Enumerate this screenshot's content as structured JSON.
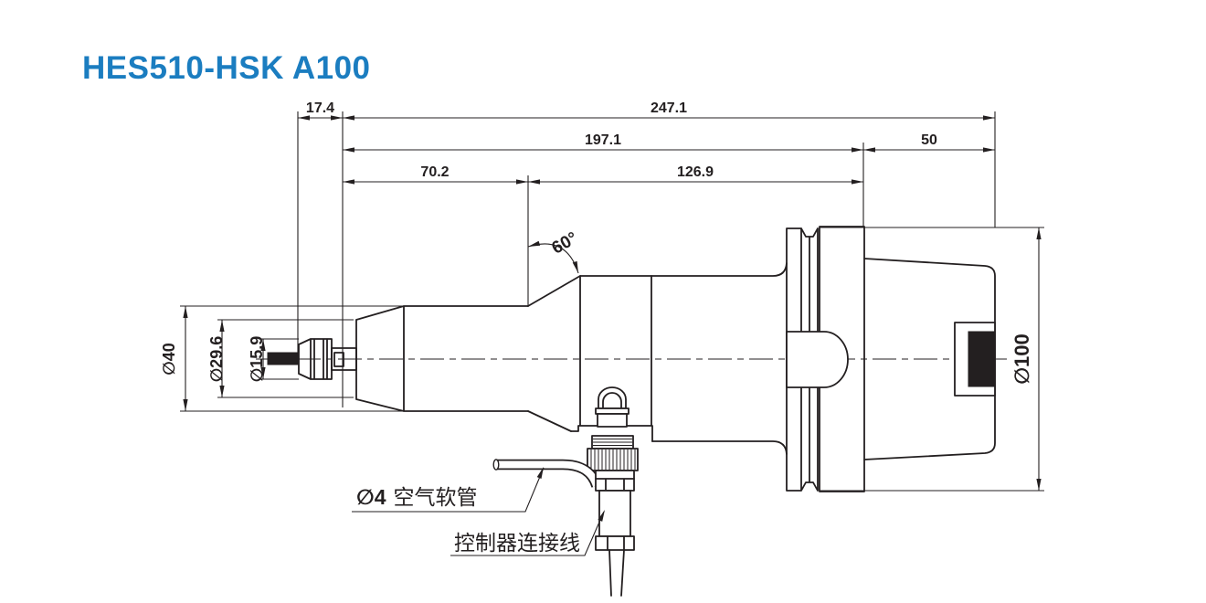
{
  "title": "HES510-HSK A100",
  "drawing": {
    "dimensions": {
      "collet_protrusion": "17.4",
      "overall_length": "247.1",
      "body_length": "197.1",
      "shank_length": "50",
      "nose_length": "70.2",
      "mid_body_length": "126.9",
      "bevel_angle": "60°",
      "nose_max_diameter": "∅40",
      "nose_front_diameter": "∅29.6",
      "collet_nut_diameter": "∅15.9",
      "flange_diameter": "∅100"
    },
    "callouts": {
      "air_hose_size": "∅4",
      "air_hose": "空气软管",
      "controller_cable": "控制器连接线"
    },
    "colors": {
      "title": "#1b7dc0",
      "line": "#231f20",
      "background": "#ffffff"
    }
  }
}
